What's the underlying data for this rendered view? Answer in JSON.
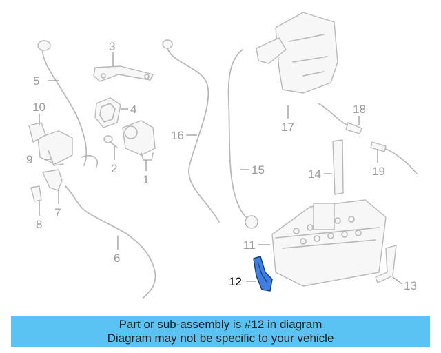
{
  "diagram": {
    "callouts": [
      "1",
      "2",
      "3",
      "4",
      "5",
      "6",
      "7",
      "8",
      "9",
      "10",
      "11",
      "12",
      "13",
      "14",
      "15",
      "16",
      "17",
      "18",
      "19"
    ],
    "highlighted_part": "12",
    "highlight_color": "#2f6fd6"
  },
  "banner": {
    "line1": "Part or sub-assembly is #12 in diagram",
    "line2": "Diagram may not be specific to your vehicle",
    "background": "#5ac3f3"
  }
}
